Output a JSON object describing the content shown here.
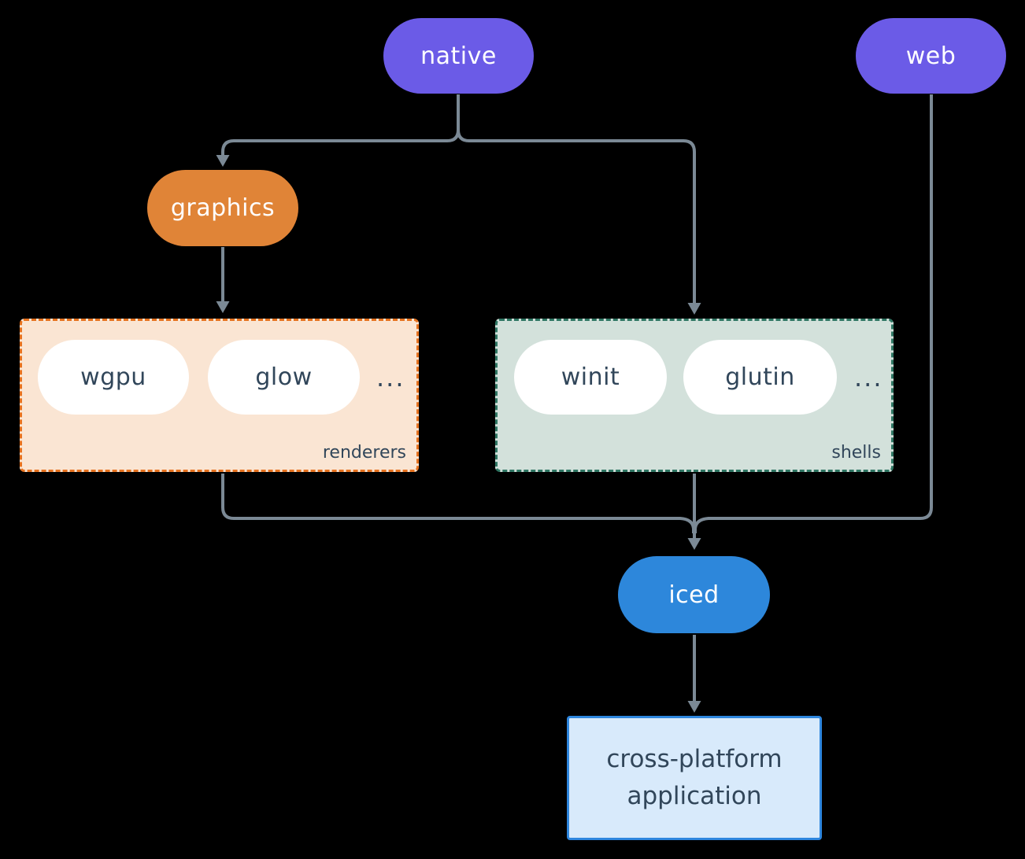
{
  "nodes": {
    "native": "native",
    "web": "web",
    "graphics": "graphics",
    "iced": "iced"
  },
  "groups": {
    "renderers": {
      "label": "renderers",
      "items": [
        "wgpu",
        "glow"
      ],
      "more": "..."
    },
    "shells": {
      "label": "shells",
      "items": [
        "winit",
        "glutin"
      ],
      "more": "..."
    }
  },
  "app_box": {
    "line1": "cross-platform",
    "line2": "application"
  },
  "colors": {
    "node_native_web": "#6B5BE7",
    "node_graphics": "#E08437",
    "node_iced": "#2D87DB",
    "group_renderers_border": "#E6721F",
    "group_renderers_fill": "#FAE5D3",
    "group_shells_border": "#2F7663",
    "group_shells_fill": "#D3E1DB",
    "inner_pill_fill": "#FFFFFF",
    "app_box_border": "#2E86DE",
    "app_box_fill": "#D8EAFB",
    "edge": "#7B8995",
    "text_dark": "#31465A",
    "text_light": "#FFFFFF",
    "background": "#000000"
  }
}
